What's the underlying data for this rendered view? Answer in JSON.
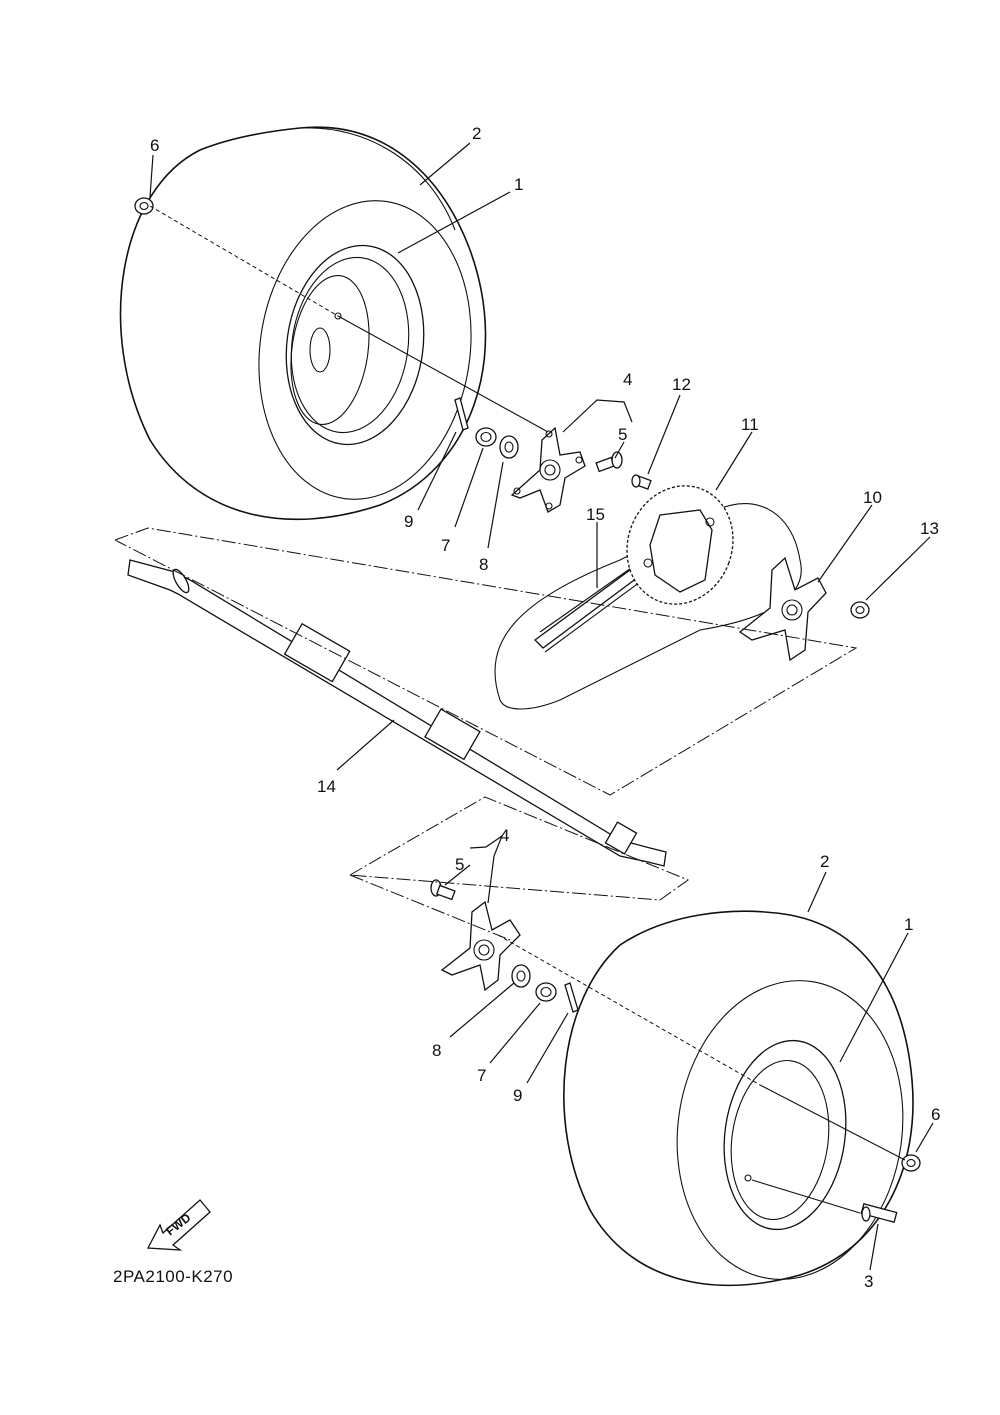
{
  "callouts": {
    "c6_top": "6",
    "c2_top": "2",
    "c1_top": "1",
    "c4_top": "4",
    "c5_top": "5",
    "c12": "12",
    "c11": "11",
    "c9_top": "9",
    "c7_top": "7",
    "c8_top": "8",
    "c15": "15",
    "c10": "10",
    "c13": "13",
    "c14": "14",
    "c4_bot": "4",
    "c5_bot": "5",
    "c2_bot": "2",
    "c1_bot": "1",
    "c8_bot": "8",
    "c7_bot": "7",
    "c9_bot": "9",
    "c6_bot": "6",
    "c3": "3"
  },
  "fwd_label": "FWD",
  "diagram_code": "2PA2100-K270"
}
